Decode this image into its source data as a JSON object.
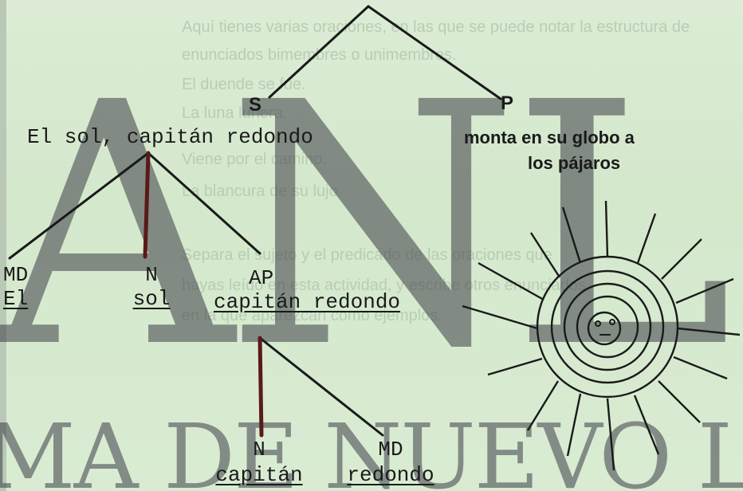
{
  "background_text": [
    "Aquí tienes varias oraciones, en las que se puede notar la estructura de",
    "enunciados bimembres o unimembres.",
    "El duende se fue.",
    "La luna lunera.",
    "Viene por el camino.",
    "La blancura de su lujo.",
    "Separa el sujeto y el predicado de las oraciones que",
    "hayas leído en esta actividad, y escribe otros enunciados",
    "en la que aparezcan como ejemplos."
  ],
  "watermark": {
    "top": "ANL",
    "bottom": "MA DE NUEVO LEÓN"
  },
  "tree": {
    "subject_marker": "S",
    "predicate_marker": "P",
    "subject": "El sol, capitán redondo",
    "predicate_line1": "monta en su globo a",
    "predicate_line2": "los pájaros",
    "nodes": [
      {
        "tag": "MD",
        "word": "El"
      },
      {
        "tag": "N",
        "word": "sol"
      },
      {
        "tag": "AP",
        "word": "capitán redondo"
      }
    ],
    "sub_nodes": [
      {
        "tag": "N",
        "word": "capitán"
      },
      {
        "tag": "MD",
        "word": "redondo"
      }
    ]
  },
  "colors": {
    "background": "#d8ead2",
    "ink": "#1a1a1a",
    "accent_line": "#6b1f1f"
  }
}
